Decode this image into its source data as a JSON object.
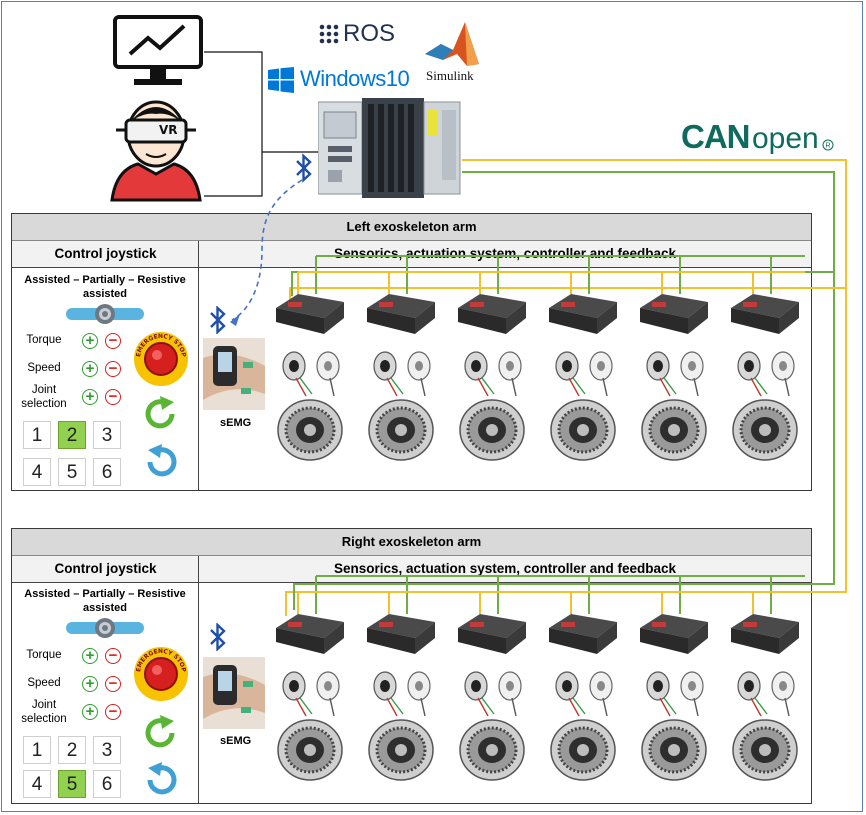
{
  "logos": {
    "ros": "ROS",
    "windows": "Windows10",
    "simulink": "Simulink",
    "canopen_can": "CAN",
    "canopen_open": "open",
    "vr": "VR"
  },
  "colors": {
    "can_yellow": "#f2c12e",
    "can_green": "#70ad47",
    "bluetooth_link": "#4472c4",
    "header_gray": "#d9d9d9",
    "key_selected": "#92d050",
    "emergency_red": "#d62020",
    "emergency_yellow": "#f7c300",
    "canopen_teal": "#0e6b5e"
  },
  "icons": [
    "monitor-chart-icon",
    "vr-user-icon",
    "bluetooth-icon",
    "plc-controller-icon",
    "motor-driver-icon",
    "encoder-icon",
    "harmonic-drive-icon",
    "emergency-stop-icon",
    "rotate-cw-icon",
    "rotate-ccw-icon",
    "semg-armband-icon"
  ],
  "panels": [
    {
      "title": "Left exoskeleton arm",
      "joystick_header": "Control joystick",
      "system_header": "Sensorics, actuation system, controller and feedback",
      "mode_line1": "Assisted – Partially – Resistive",
      "mode_line2": "assisted",
      "torque": "Torque",
      "speed": "Speed",
      "joint_line1": "Joint",
      "joint_line2": "selection",
      "emergency_text": "EMERGENCY STOP",
      "keys": [
        "1",
        "2",
        "3",
        "4",
        "5",
        "6"
      ],
      "selected_key": "2",
      "semg": "sEMG"
    },
    {
      "title": "Right exoskeleton arm",
      "joystick_header": "Control joystick",
      "system_header": "Sensorics, actuation system, controller and feedback",
      "mode_line1": "Assisted – Partially – Resistive",
      "mode_line2": "assisted",
      "torque": "Torque",
      "speed": "Speed",
      "joint_line1": "Joint",
      "joint_line2": "selection",
      "emergency_text": "EMERGENCY STOP",
      "keys": [
        "1",
        "2",
        "3",
        "4",
        "5",
        "6"
      ],
      "selected_key": "5",
      "semg": "sEMG"
    }
  ]
}
